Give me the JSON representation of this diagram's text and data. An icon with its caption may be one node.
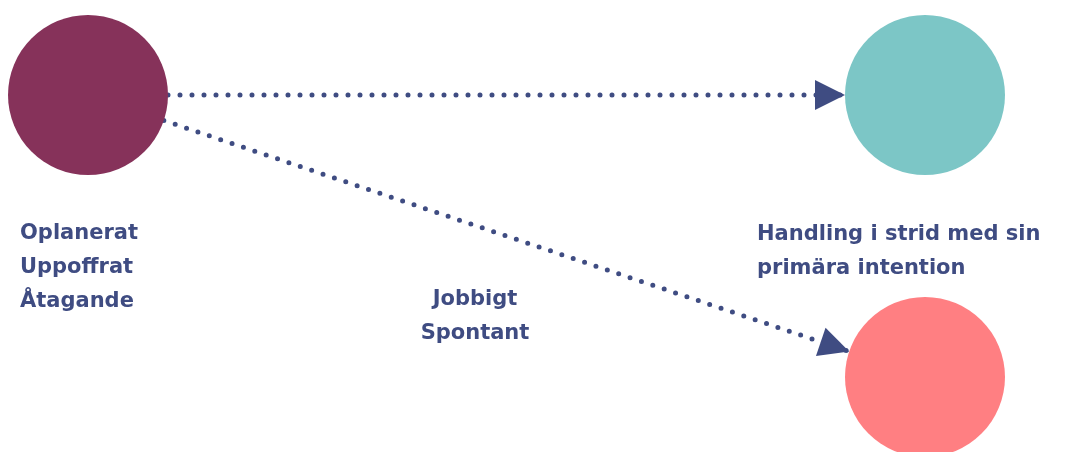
{
  "diagram": {
    "nodes": [
      {
        "text": [],
        "shape": "circle",
        "beside": [
          "Oplanerat Uppoffrat Åtagande"
        ]
      },
      {
        "text": [],
        "shape": "circle"
      },
      {
        "text": [],
        "shape": "circle"
      }
    ],
    "edges": [
      {
        "from": 0,
        "to": 1,
        "arrow": "to",
        "style": "dashed"
      },
      {
        "from": 0,
        "to": 2,
        "arrow": "to",
        "style": "dashed",
        "label": "Jobbigt Spontant"
      }
    ],
    "labels": [
      "Handling i strid med sin primära intention"
    ]
  }
}
